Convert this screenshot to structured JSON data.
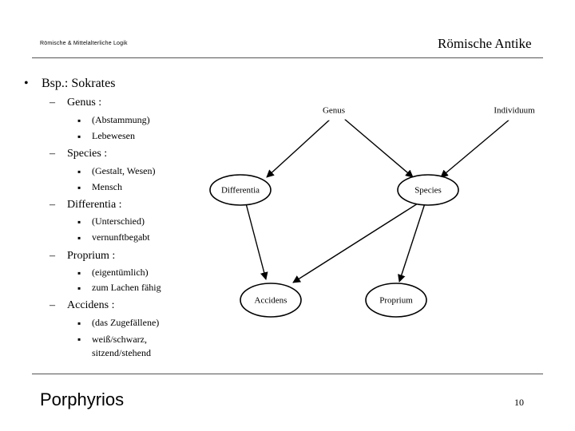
{
  "header": {
    "left": "Römische & Mittelalterliche Logik",
    "right": "Römische Antike"
  },
  "main": {
    "bullet_glyph": "•",
    "dash_glyph": "–",
    "small_bullet_glyph": "▪",
    "title": "Bsp.: Sokrates",
    "sections": [
      {
        "label": "Genus :",
        "items": [
          "(Abstammung)",
          "Lebewesen"
        ]
      },
      {
        "label": "Species :",
        "items": [
          "(Gestalt, Wesen)",
          "Mensch"
        ]
      },
      {
        "label": "Differentia :",
        "items": [
          "(Unterschied)",
          "vernunftbegabt"
        ]
      },
      {
        "label": "Proprium :",
        "items": [
          "(eigentümlich)",
          "zum Lachen fähig"
        ]
      },
      {
        "label": "Accidens :",
        "items": [
          "(das Zugefällene)",
          "weiß/schwarz, sitzend/stehend"
        ]
      }
    ]
  },
  "diagram": {
    "nodes": {
      "genus": "Genus",
      "individuum": "Individuum",
      "differentia": "Differentia",
      "species": "Species",
      "accidens": "Accidens",
      "proprium": "Proprium"
    }
  },
  "footer": {
    "title": "Porphyrios",
    "page": "10"
  }
}
